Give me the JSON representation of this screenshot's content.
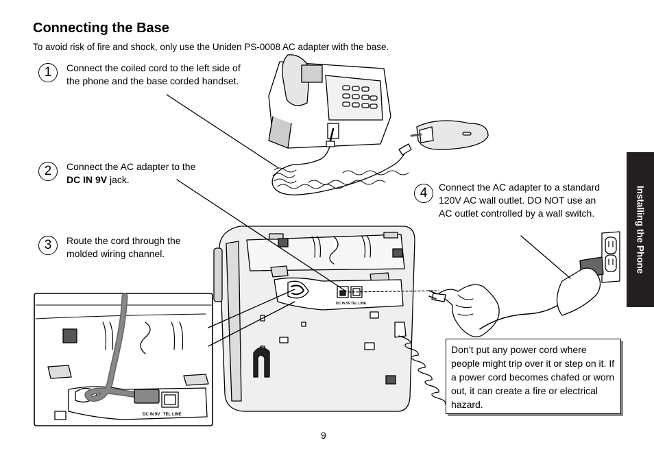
{
  "section": {
    "title": "Connecting the Base",
    "subtitle": "To avoid risk of fire and shock, only use the Uniden PS-0008 AC adapter with the base."
  },
  "steps": [
    {
      "number": "1",
      "text": "Connect the coiled cord to the left side of the phone and the base corded handset."
    },
    {
      "number": "2",
      "text_before": "Connect the AC adapter to the ",
      "text_bold": "DC IN 9V",
      "text_after": " jack."
    },
    {
      "number": "3",
      "text": "Route the cord through the molded wiring channel."
    },
    {
      "number": "4",
      "text": "Connect the AC adapter to a standard 120V AC wall outlet. DO NOT use an AC outlet controlled by a wall switch."
    }
  ],
  "warning": {
    "text": "Don’t put any power cord where people might trip over it or step on it. If a power cord becomes chafed or worn out, it can create a fire or electrical hazard."
  },
  "illustration": {
    "jack_dc_label": "DC IN 9V",
    "jack_tel_label": "TEL LINE"
  },
  "sidebar": {
    "tab_label": "Installing the Phone"
  },
  "footer": {
    "page_number": "9"
  }
}
